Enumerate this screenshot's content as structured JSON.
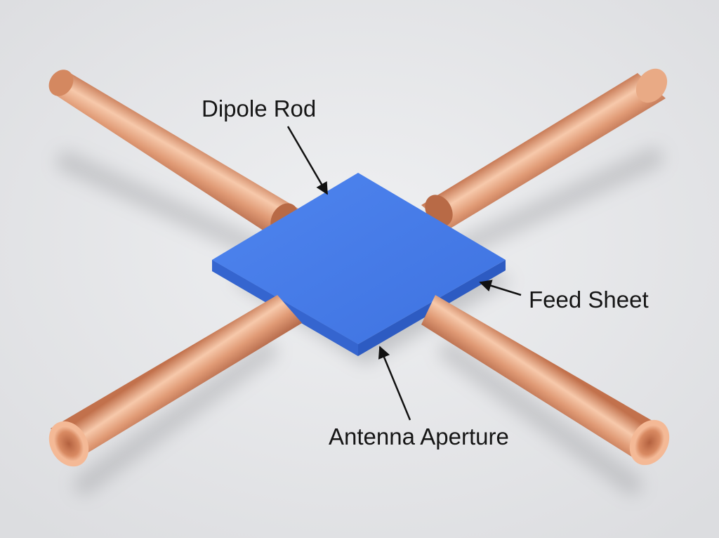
{
  "labels": {
    "dipole_rod": "Dipole Rod",
    "feed_sheet": "Feed Sheet",
    "antenna_aperture": "Antenna Aperture"
  },
  "colors": {
    "background": "#e6e7e9",
    "copper_light": "#f6c3a4",
    "copper_mid": "#d98a62",
    "copper_dark": "#a9573a",
    "feed_sheet_top": "#4a7ee8",
    "feed_sheet_edge": "#2f5fc8",
    "label_text": "#161616"
  }
}
